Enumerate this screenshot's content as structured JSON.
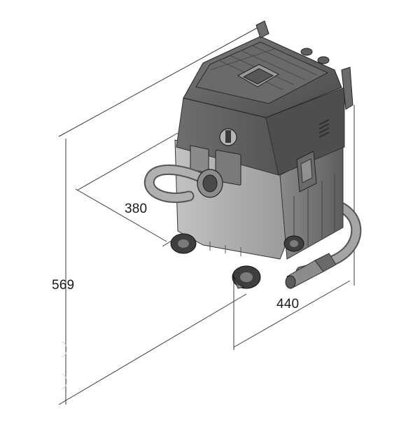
{
  "subject": "wet-dry-vacuum-cleaner",
  "dimensions": {
    "height": "569",
    "depth": "380",
    "width": "440"
  },
  "colors": {
    "line": "#3a3a3a",
    "body_dark": "#6b6b6b",
    "body_light": "#a9a9a9",
    "lid": "#5a5a5a",
    "hose": "#8a8a8a",
    "background": "#ffffff"
  }
}
